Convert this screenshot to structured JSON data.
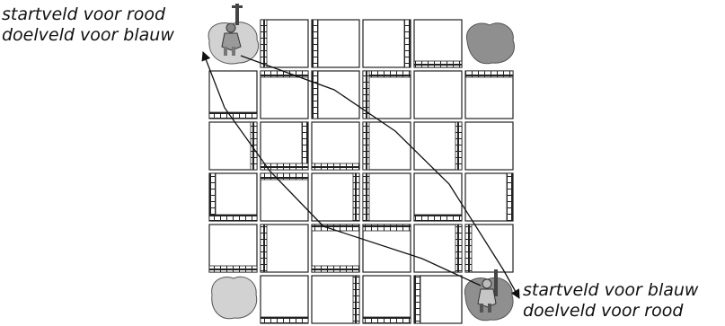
{
  "labels": {
    "top_left": [
      "startveld voor rood",
      "doelveld voor blauw"
    ],
    "bottom_right": [
      "startveld voor blauw",
      "doelveld voor rood"
    ]
  },
  "board": {
    "rows": 6,
    "cols": 6
  },
  "colors": {
    "red_piece": "#8f8f8f",
    "blue_piece": "#d2d2d2",
    "wall": "#222222",
    "arrow": "#111111"
  }
}
